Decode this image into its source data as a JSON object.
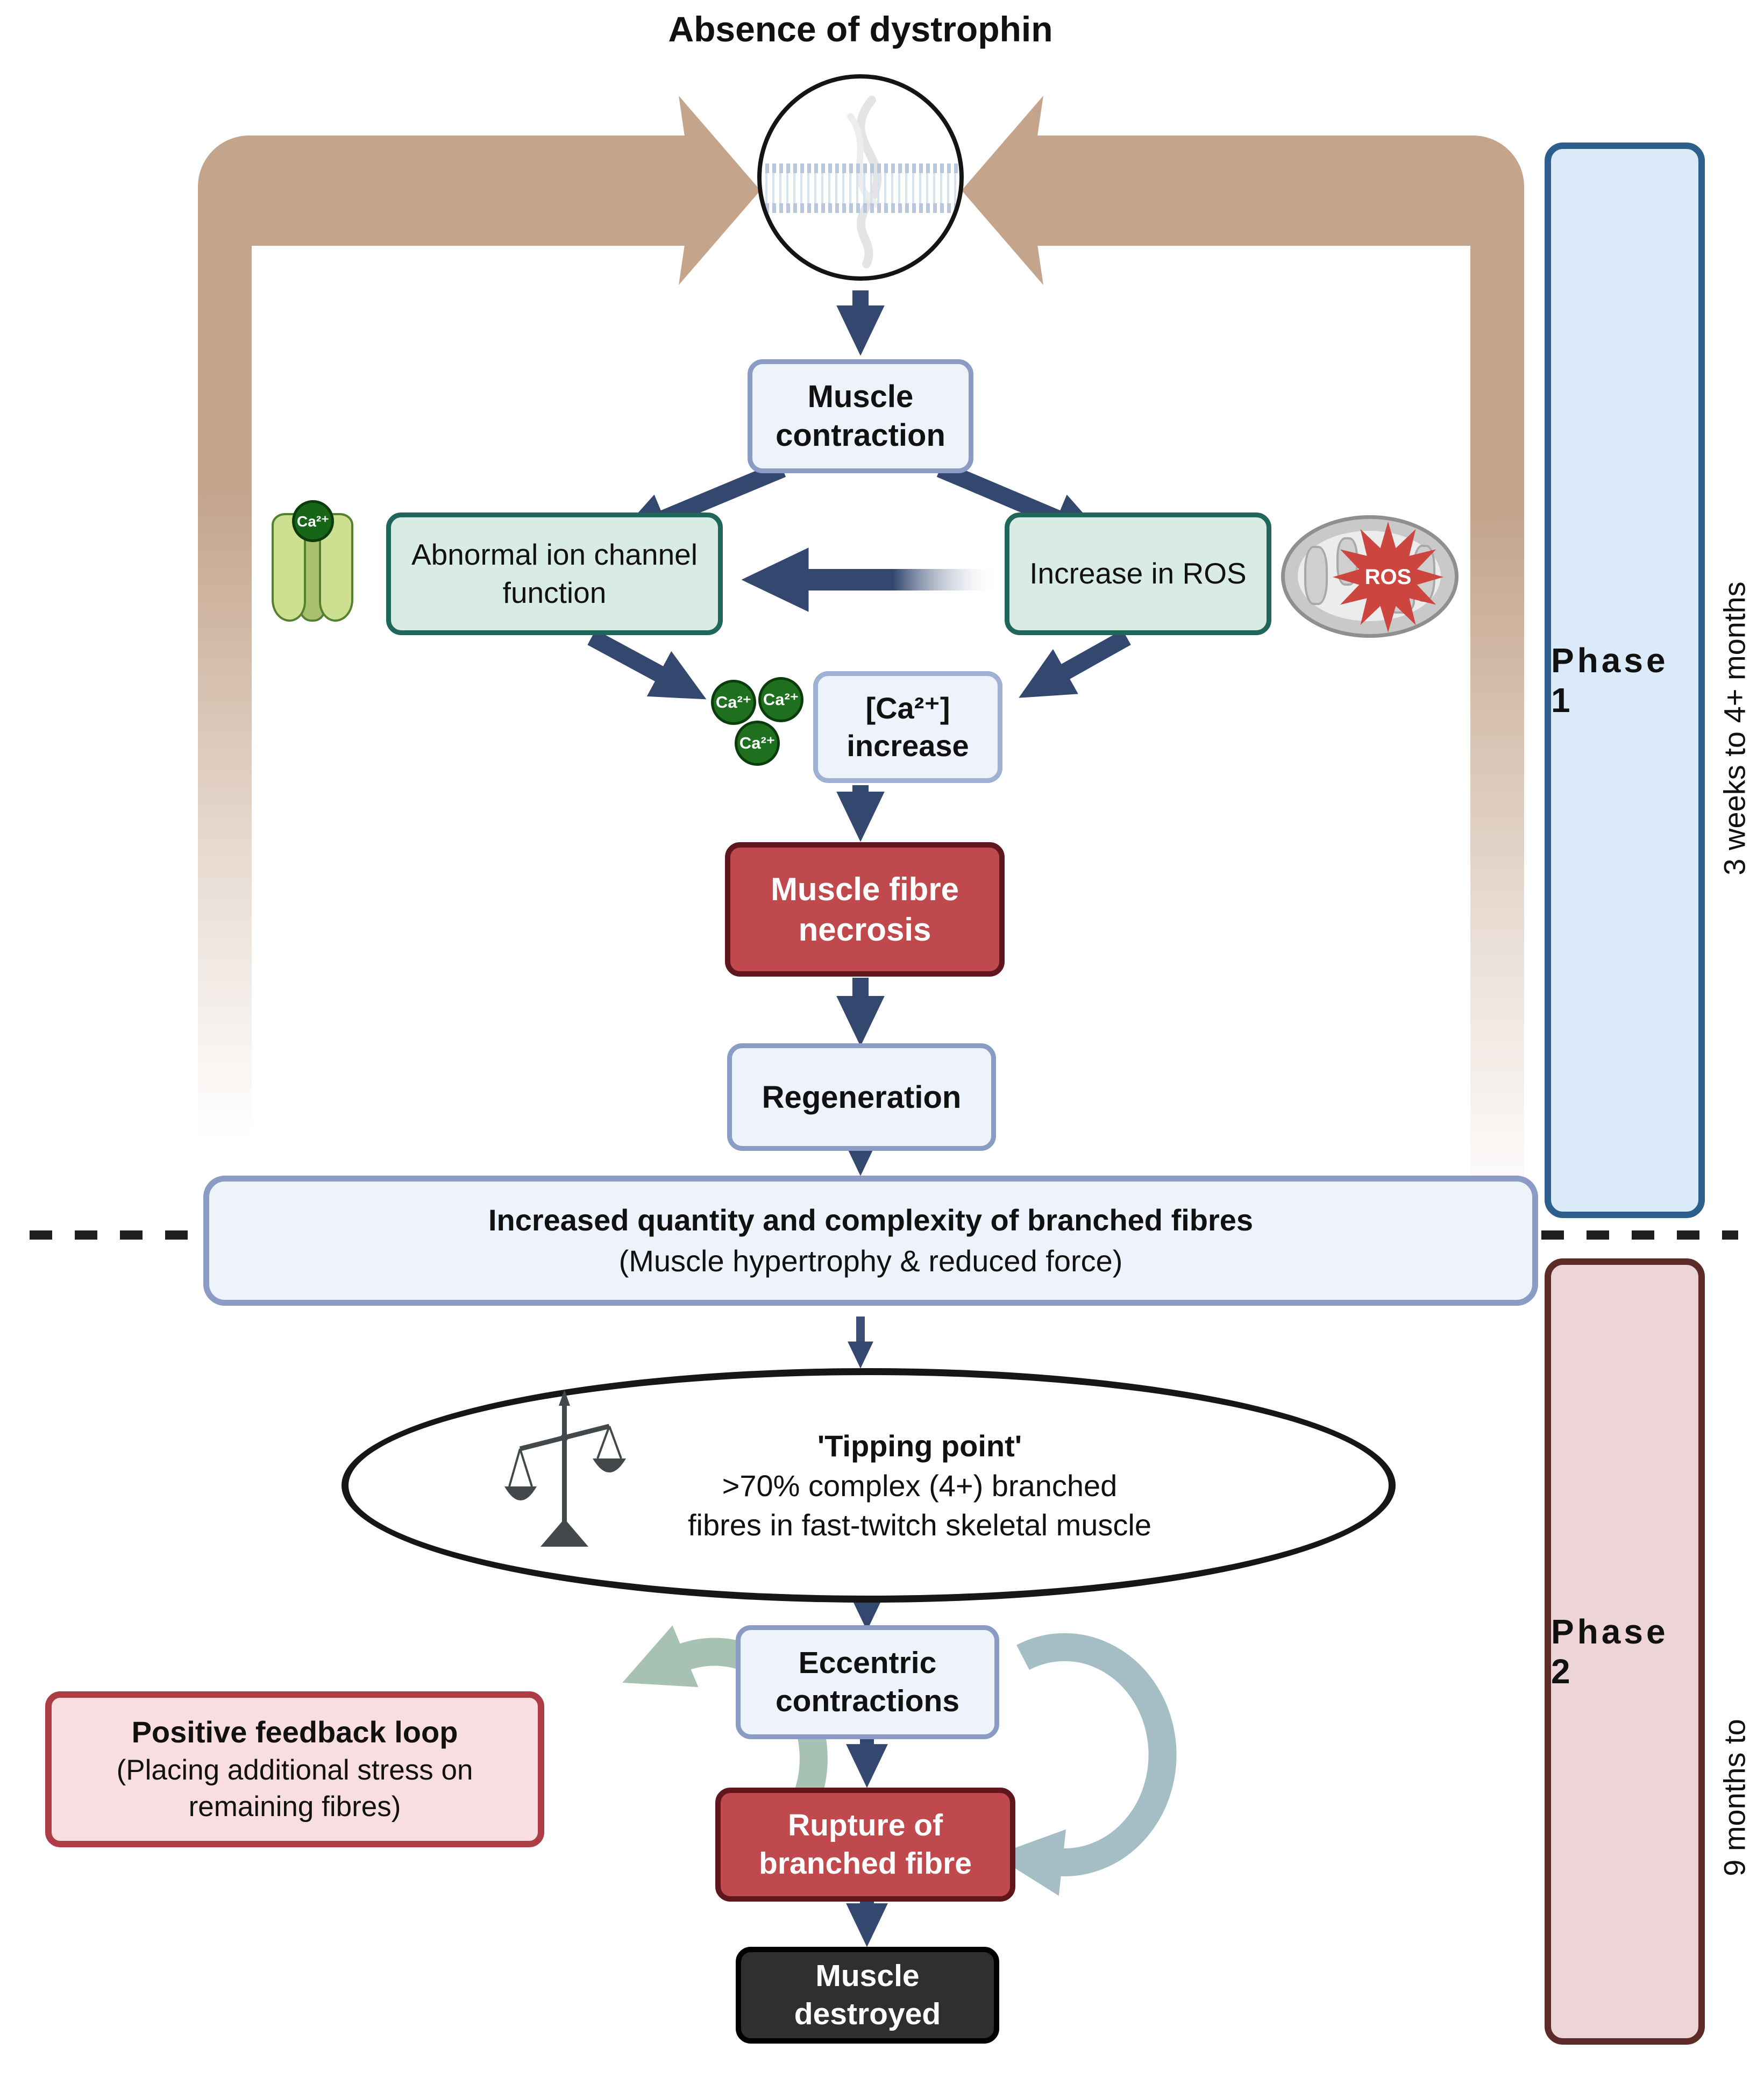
{
  "title": "Absence of dystrophin",
  "phase1": {
    "label": "Phase 1",
    "duration": "3 weeks to 4+ months"
  },
  "phase2": {
    "label": "Phase 2",
    "duration": "9 months to"
  },
  "nodes": {
    "muscle_contraction": "Muscle contraction",
    "abnormal_ion": "Abnormal ion channel function",
    "increase_ros": "Increase in ROS",
    "ca_increase": "[Ca²⁺] increase",
    "muscle_fibre_necrosis": "Muscle fibre necrosis",
    "regeneration": "Regeneration",
    "branched_line1": "Increased quantity and complexity of branched fibres",
    "branched_line2": "(Muscle hypertrophy & reduced force)",
    "tipping_title": "'Tipping point'",
    "tipping_body": ">70% complex (4+) branched fibres in fast-twitch skeletal muscle",
    "eccentric": "Eccentric contractions",
    "rupture": "Rupture of branched fibre",
    "destroyed": "Muscle destroyed",
    "feedback_title": "Positive feedback loop",
    "feedback_body": "(Placing additional stress on remaining fibres)"
  },
  "icons": {
    "ca_ion_label": "Ca²⁺",
    "ros_label": "ROS"
  },
  "colors": {
    "arrow_navy": "#33476f",
    "feedback_tan": "#c4a48b",
    "green_fill": "#d8ece4",
    "green_border": "#20665a",
    "light_fill": "#eef2fa",
    "light_border": "#8b9cc4",
    "red_fill": "#c0494e",
    "red_border": "#5f161d",
    "dark_fill": "#2f2f2f",
    "pink_fill": "#f9dee1",
    "pink_border": "#ac3d45",
    "phase1_fill": "#daeaf8",
    "phase1_border": "#2d5f8d",
    "phase2_fill": "#ecd4d7",
    "phase2_border": "#5c2b28",
    "cycle_left": "#a7c1b3",
    "cycle_right": "#a5bec6",
    "calcium_green": "#1e701e"
  }
}
